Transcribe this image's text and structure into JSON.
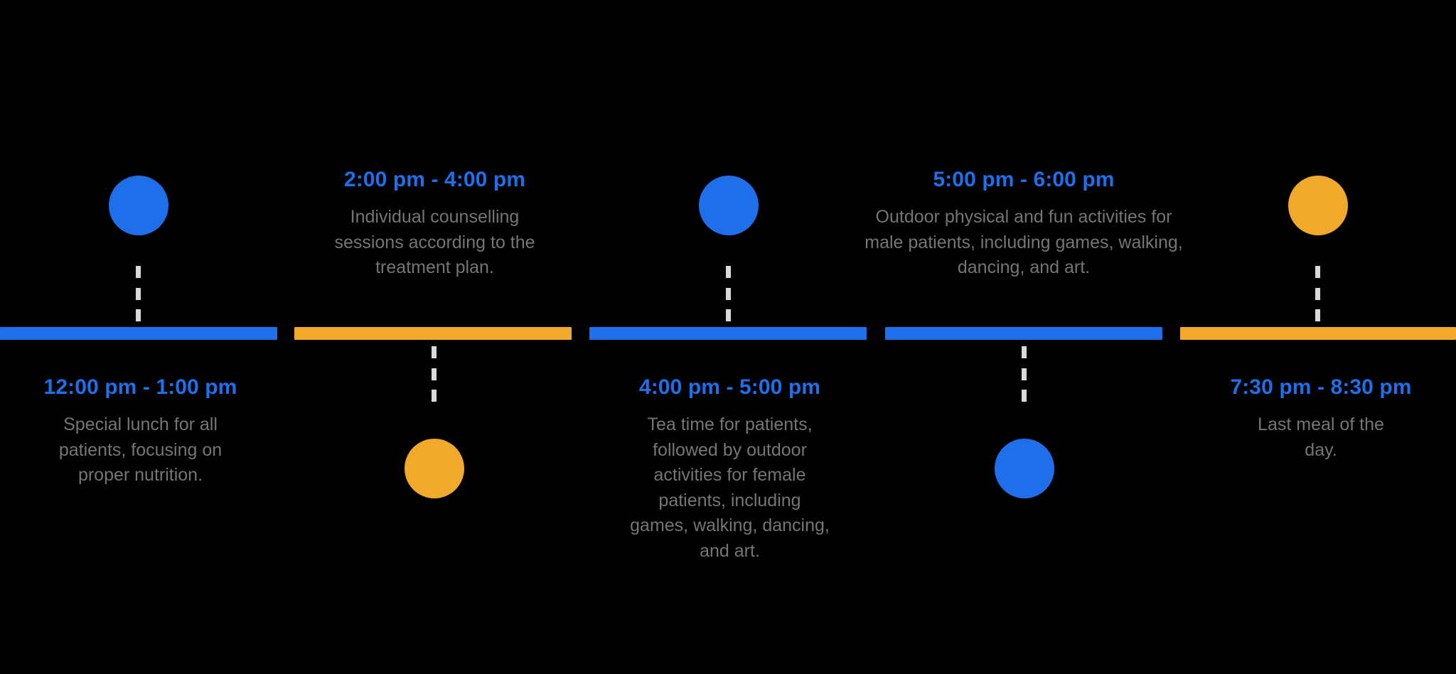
{
  "background_color": "#000000",
  "colors": {
    "blue": "#1f6feb",
    "orange": "#f0a92b",
    "time_text": "#1f6feb",
    "description_text": "#757575",
    "dash": "#d9d9d9"
  },
  "timeline": {
    "segments": [
      {
        "index": 1,
        "bar_color": "#1f6feb",
        "circle_color": "#1f6feb",
        "circle_position": "above",
        "text_position": "below",
        "connector_dashes": 3,
        "time": "12:00 pm - 1:00 pm",
        "description": "Special lunch for all patients, focusing on proper nutrition."
      },
      {
        "index": 2,
        "bar_color": "#f0a92b",
        "circle_color": "#f0a92b",
        "circle_position": "below",
        "text_position": "above",
        "connector_dashes": 3,
        "time": "2:00 pm - 4:00 pm",
        "description": "Individual counselling sessions according to the treatment plan."
      },
      {
        "index": 3,
        "bar_color": "#1f6feb",
        "circle_color": "#1f6feb",
        "circle_position": "above",
        "text_position": "below",
        "connector_dashes": 3,
        "time": "4:00 pm - 5:00 pm",
        "description": "Tea time for patients, followed by outdoor activities for female patients, including games, walking, dancing, and art."
      },
      {
        "index": 4,
        "bar_color": "#1f6feb",
        "circle_color": "#1f6feb",
        "circle_position": "below",
        "text_position": "above",
        "connector_dashes": 3,
        "time": "5:00 pm - 6:00 pm",
        "description": "Outdoor physical and fun activities for male patients, including games, walking, dancing, and art."
      },
      {
        "index": 5,
        "bar_color": "#f0a92b",
        "circle_color": "#f0a92b",
        "circle_position": "above",
        "text_position": "below",
        "connector_dashes": 3,
        "time": "7:30 pm - 8:30 pm",
        "description": "Last meal of the day."
      }
    ]
  }
}
